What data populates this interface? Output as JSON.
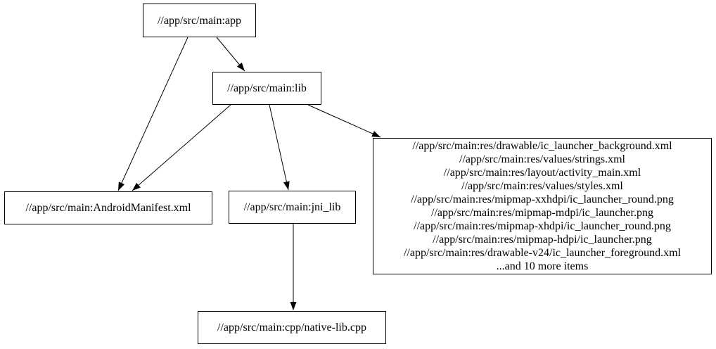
{
  "diagram": {
    "type": "dependency-graph",
    "nodes": {
      "app": {
        "label": "//app/src/main:app"
      },
      "lib": {
        "label": "//app/src/main:lib"
      },
      "manifest": {
        "label": "//app/src/main:AndroidManifest.xml"
      },
      "jni_lib": {
        "label": "//app/src/main:jni_lib"
      },
      "resources": {
        "lines": [
          "//app/src/main:res/drawable/ic_launcher_background.xml",
          "//app/src/main:res/values/strings.xml",
          "//app/src/main:res/layout/activity_main.xml",
          "//app/src/main:res/values/styles.xml",
          "//app/src/main:res/mipmap-xxhdpi/ic_launcher_round.png",
          "//app/src/main:res/mipmap-mdpi/ic_launcher.png",
          "//app/src/main:res/mipmap-xhdpi/ic_launcher_round.png",
          "//app/src/main:res/mipmap-hdpi/ic_launcher.png",
          "//app/src/main:res/drawable-v24/ic_launcher_foreground.xml",
          "...and 10 more items"
        ]
      },
      "native_lib": {
        "label": "//app/src/main:cpp/native-lib.cpp"
      }
    },
    "edges": [
      {
        "from": "app",
        "to": "manifest"
      },
      {
        "from": "app",
        "to": "lib"
      },
      {
        "from": "lib",
        "to": "manifest"
      },
      {
        "from": "lib",
        "to": "jni_lib"
      },
      {
        "from": "lib",
        "to": "resources"
      },
      {
        "from": "jni_lib",
        "to": "native_lib"
      }
    ],
    "colors": {
      "background": "#ffffff",
      "node_fill": "#ffffff",
      "node_border": "#000000",
      "edge": "#000000",
      "text": "#000000"
    }
  }
}
